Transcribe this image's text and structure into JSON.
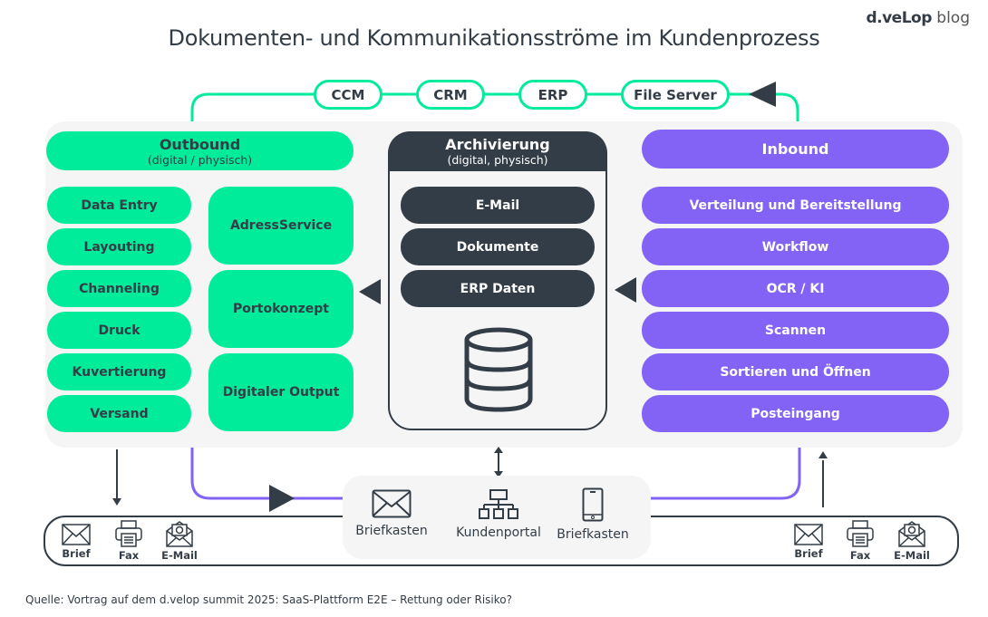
{
  "header": {
    "title": "Dokumenten- und Kommunikationsströme im Kundenprozess",
    "brand_bold": "d.veLop",
    "brand_light": "blog"
  },
  "systems": [
    "CCM",
    "CRM",
    "ERP",
    "File Server"
  ],
  "outbound": {
    "title": "Outbound",
    "subtitle": "(digital / physisch)",
    "steps": [
      "Data Entry",
      "Layouting",
      "Channeling",
      "Druck",
      "Kuvertierung",
      "Versand"
    ],
    "services": [
      "AdressService",
      "Portokonzept",
      "Digitaler Output"
    ]
  },
  "archive": {
    "title": "Archivierung",
    "subtitle": "(digital, physisch)",
    "items": [
      "E-Mail",
      "Dokumente",
      "ERP Daten"
    ],
    "icon": "database-icon"
  },
  "inbound": {
    "title": "Inbound",
    "steps": [
      "Verteilung und Bereitstellung",
      "Workflow",
      "OCR / KI",
      "Scannen",
      "Sortieren und Öffnen",
      "Posteingang"
    ]
  },
  "portal": {
    "items": [
      {
        "label": "Briefkasten",
        "icon": "envelope-icon"
      },
      {
        "label": "Kundenportal",
        "icon": "sitemap-icon"
      },
      {
        "label": "Briefkasten",
        "icon": "smartphone-icon"
      }
    ]
  },
  "channels_left": [
    {
      "label": "Brief",
      "icon": "envelope-icon"
    },
    {
      "label": "Fax",
      "icon": "fax-icon"
    },
    {
      "label": "E-Mail",
      "icon": "email-open-icon"
    }
  ],
  "channels_right": [
    {
      "label": "Brief",
      "icon": "envelope-icon"
    },
    {
      "label": "Fax",
      "icon": "fax-icon"
    },
    {
      "label": "E-Mail",
      "icon": "email-open-icon"
    }
  ],
  "colors": {
    "green": "#00ec9b",
    "purple": "#8263f5",
    "dark": "#333d47",
    "panel": "#f5f5f5"
  },
  "footer": {
    "source": "Quelle: Vortrag auf dem d.velop summit 2025: SaaS-Plattform E2E – Rettung oder Risiko?"
  }
}
